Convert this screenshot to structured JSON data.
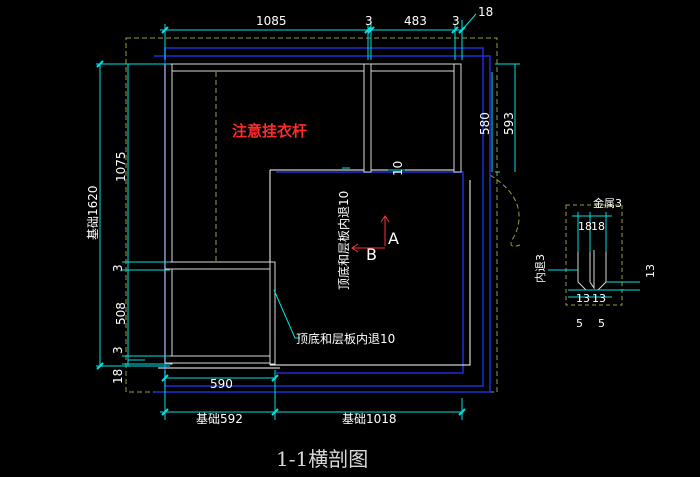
{
  "colors": {
    "background": "#000000",
    "board": "#d9d9d9",
    "frame_blue": "#1e2fd6",
    "dim_cyan": "#00e0e0",
    "dash_yellow": "#9a9a3a",
    "white_line": "#ffffff",
    "label_red": "#ff2a2a",
    "red_arrow": "#ff3030"
  },
  "drawing": {
    "title": "1-1横剖图",
    "hanging_rod_note": "注意挂衣杆",
    "recess_note_vertical": "顶底和层板内退10",
    "recess_note_horizontal": "顶底和层板内退10",
    "view_a": "A",
    "view_b": "B"
  },
  "dimensions": {
    "top": [
      "1085",
      "3",
      "483",
      "3",
      "18"
    ],
    "right": [
      "580",
      "593"
    ],
    "left_vertical": [
      "基础1620",
      "1075",
      "3",
      "508",
      "3",
      "18"
    ],
    "bottom_inner": "590",
    "bottom_base": [
      "基础592",
      "基础1018"
    ],
    "inner_gap": "10"
  },
  "detail": {
    "metal": "金属3",
    "widths_top": [
      "18",
      "18"
    ],
    "recess": "内退3",
    "side": "13",
    "widths_bottom": [
      "13",
      "13"
    ],
    "gaps": [
      "5",
      "5"
    ]
  }
}
